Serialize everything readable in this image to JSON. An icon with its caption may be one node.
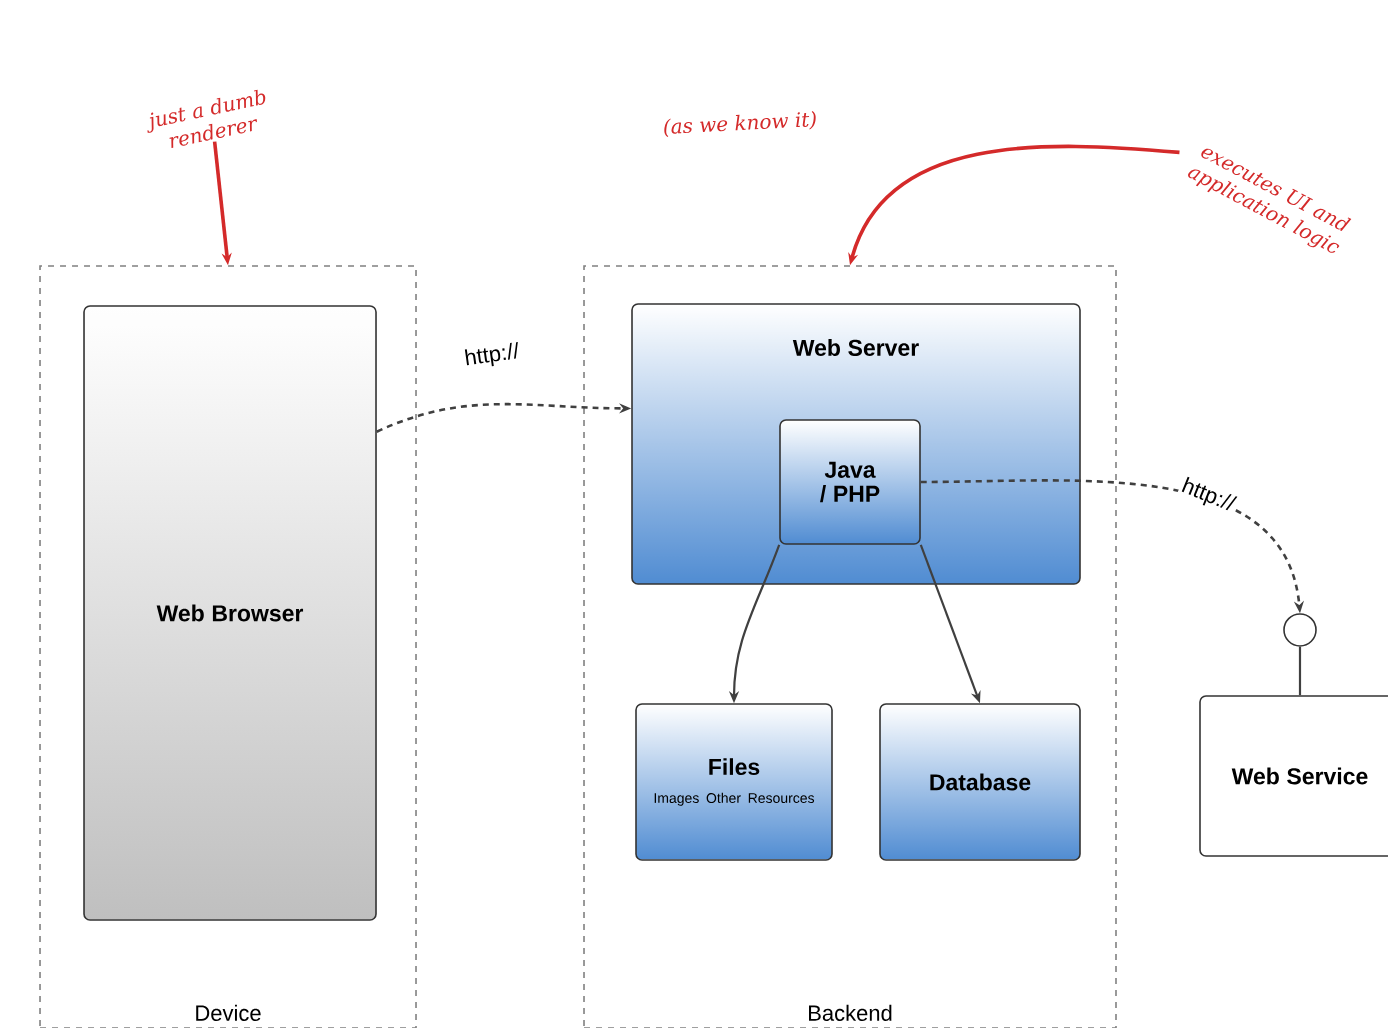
{
  "diagram": {
    "nodes": [
      {
        "text": [
          "Device"
        ]
      },
      {
        "text": [
          "Web Browser"
        ],
        "in": 0
      },
      {
        "text": [
          "Backend"
        ]
      },
      {
        "text": [
          "Web Server"
        ],
        "in": 2
      },
      {
        "text": [
          "Java / PHP"
        ],
        "in": 3
      },
      {
        "text": [
          "Files",
          "Images Other Resources"
        ],
        "in": 2
      },
      {
        "text": [
          "Database"
        ],
        "in": 2
      },
      {
        "text": [],
        "shape": "circle"
      },
      {
        "text": [
          "Web Service"
        ]
      },
      {
        "text": [
          "just a dumb renderer"
        ]
      },
      {
        "text": [
          "executes UI and application logic"
        ]
      }
    ],
    "edges": [
      {
        "from": 9,
        "to": 0,
        "arrow": "to",
        "color": "#d42a2a"
      },
      {
        "from": 10,
        "to": 2,
        "arrow": "to",
        "color": "#d42a2a"
      },
      {
        "from": 1,
        "to": 3,
        "arrow": "to",
        "style": "dashed",
        "label": "http://"
      },
      {
        "from": 4,
        "to": 7,
        "arrow": "to",
        "style": "dashed",
        "label": "http://"
      },
      {
        "from": 4,
        "to": 5,
        "arrow": "to"
      },
      {
        "from": 4,
        "to": 6,
        "arrow": "to"
      },
      {
        "from": 8,
        "to": 7,
        "arrow": "none"
      }
    ],
    "labels": [
      "(as we know it)"
    ]
  }
}
